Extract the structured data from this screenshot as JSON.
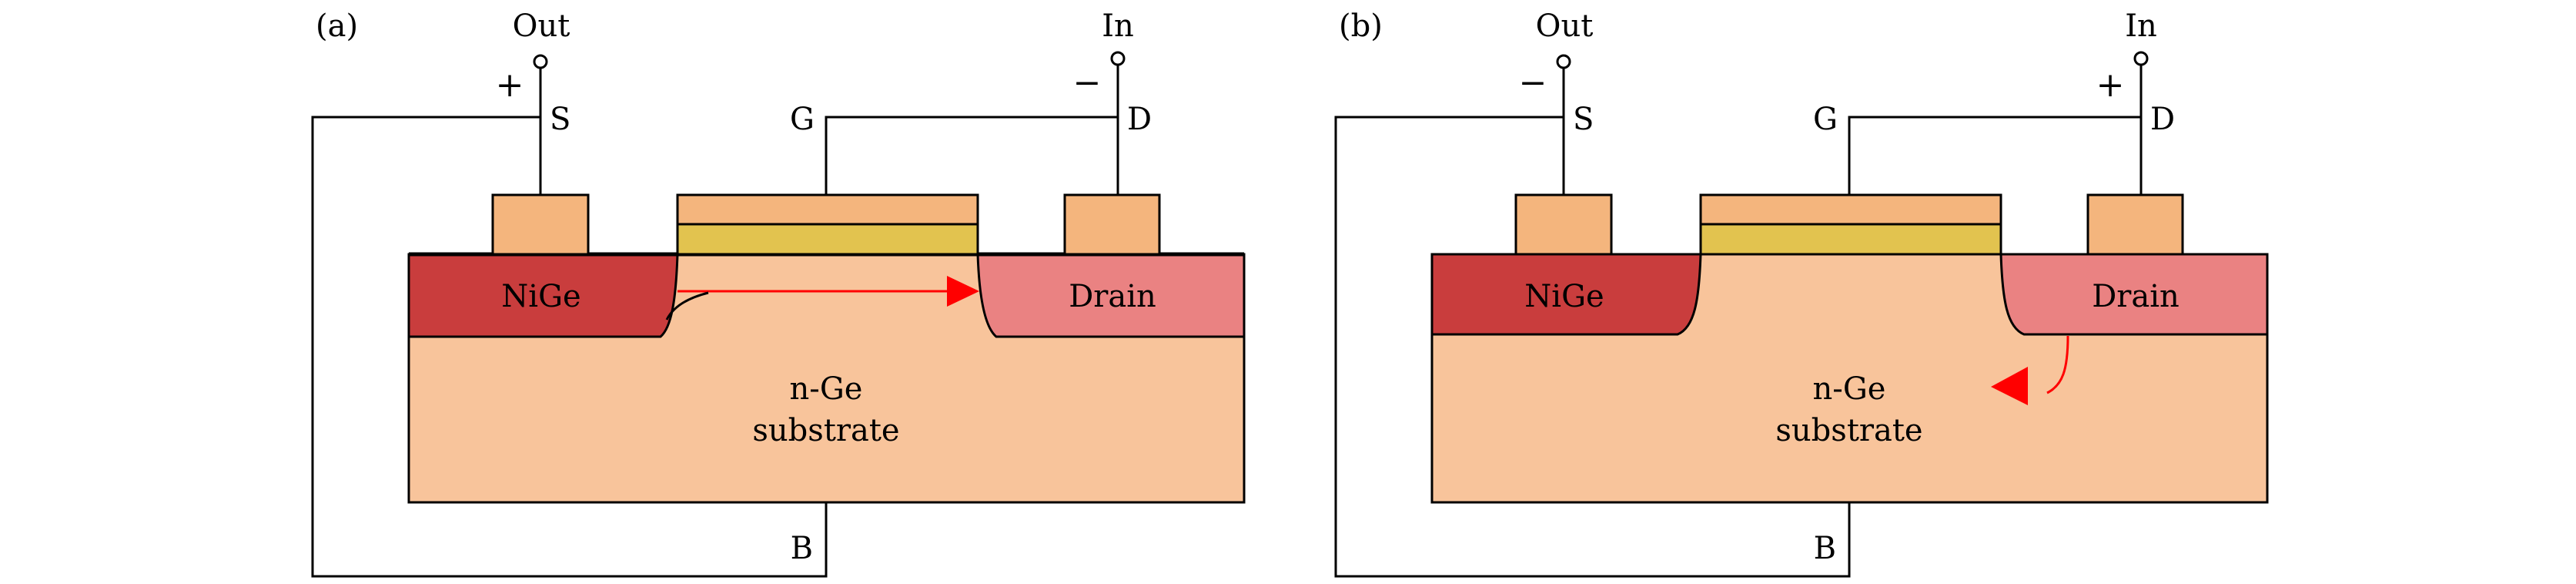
{
  "colors": {
    "contact": "#f4b57d",
    "oxide": "#e2c34f",
    "substrate": "#f8c49b",
    "nige": "#c93d3d",
    "drain": "#ea8282",
    "arrow": "#ff0000",
    "line": "#000000"
  },
  "panels": [
    {
      "id": "a",
      "label": "(a)",
      "out_label": "Out",
      "in_label": "In",
      "source_sign": "+",
      "drain_sign": "−",
      "source_terminal": "S",
      "gate_terminal": "G",
      "drain_terminal": "D",
      "bulk_terminal": "B",
      "source_region": "NiGe",
      "drain_region": "Drain",
      "substrate_line1": "n-Ge",
      "substrate_line2": "substrate",
      "arrow_direction": "source-to-drain channel current"
    },
    {
      "id": "b",
      "label": "(b)",
      "out_label": "Out",
      "in_label": "In",
      "source_sign": "−",
      "drain_sign": "+",
      "source_terminal": "S",
      "gate_terminal": "G",
      "drain_terminal": "D",
      "bulk_terminal": "B",
      "source_region": "NiGe",
      "drain_region": "Drain",
      "substrate_line1": "n-Ge",
      "substrate_line2": "substrate",
      "arrow_direction": "drain-to-substrate leakage"
    }
  ]
}
